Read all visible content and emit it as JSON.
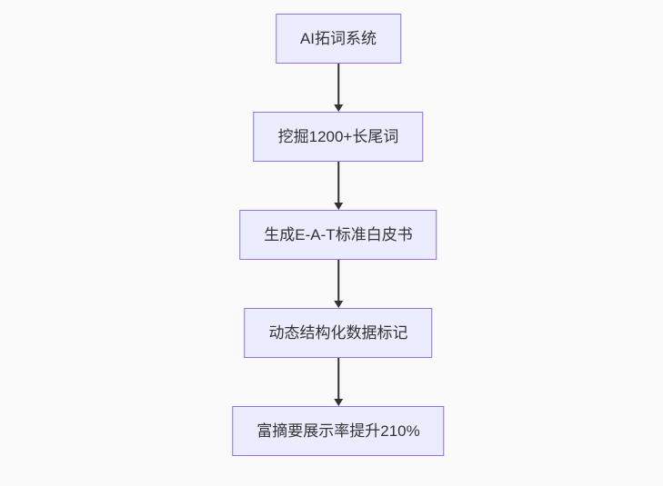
{
  "page": {
    "background_color": "#fafafa"
  },
  "chart_data": {
    "type": "flowchart",
    "direction": "top-down",
    "node_fill": "#ECECFF",
    "node_border_color": "#9370DB",
    "text_color": "#333333",
    "arrow_color": "#333333",
    "nodes": [
      {
        "id": "n1",
        "label": "AI拓词系统"
      },
      {
        "id": "n2",
        "label": "挖掘1200+长尾词"
      },
      {
        "id": "n3",
        "label": "生成E-A-T标准白皮书"
      },
      {
        "id": "n4",
        "label": "动态结构化数据标记"
      },
      {
        "id": "n5",
        "label": "富摘要展示率提升210%"
      }
    ],
    "edges": [
      {
        "from": "n1",
        "to": "n2"
      },
      {
        "from": "n2",
        "to": "n3"
      },
      {
        "from": "n3",
        "to": "n4"
      },
      {
        "from": "n4",
        "to": "n5"
      }
    ]
  }
}
